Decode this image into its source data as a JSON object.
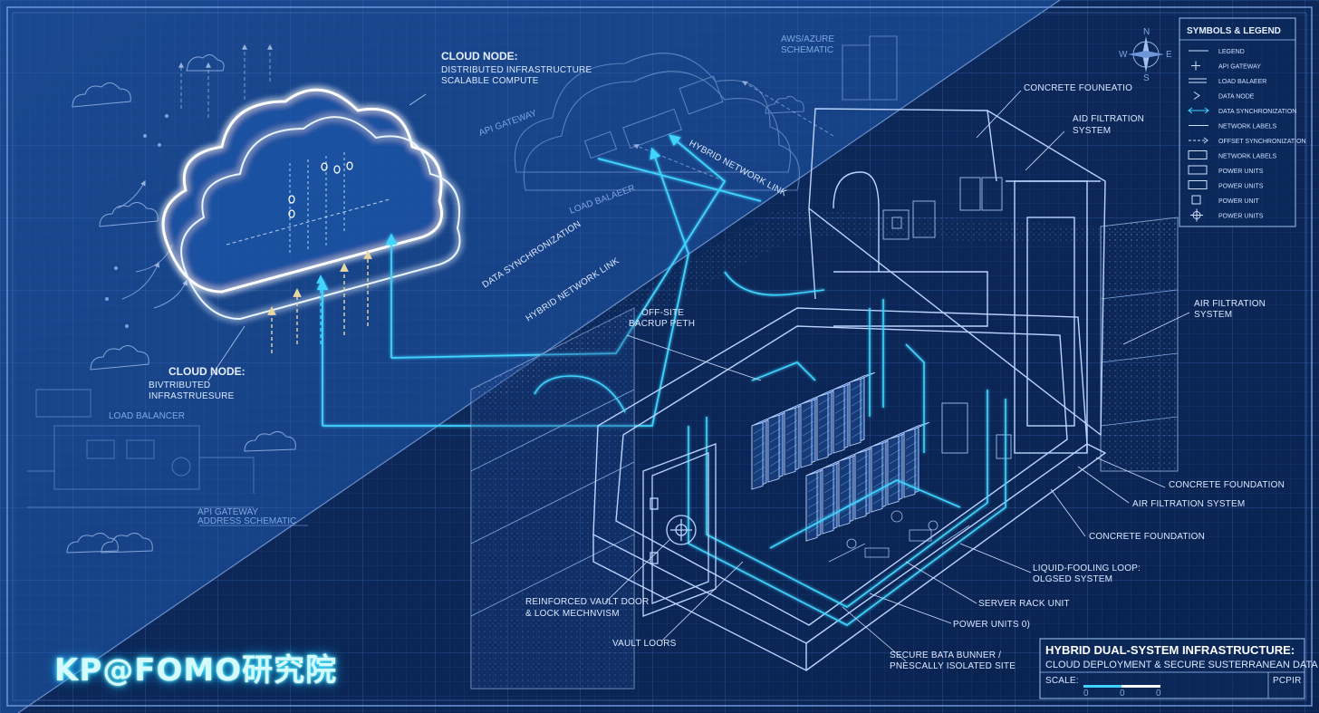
{
  "cloud_labels": {
    "cloud_node_title": "CLOUD NODE:",
    "cloud_node_sub1": "DISTRIBUTED INFRASTRUCTURE",
    "cloud_node_sub2": "SCALABLE COMPUTE",
    "aws_azure_1": "AWS/AZURE",
    "aws_azure_2": "SCHEMATIC",
    "api_gateway": "API GATEWAY",
    "load_balancer": "LOAD BALAEER",
    "hybrid_link_top": "HYBRID NETWORK LINK",
    "data_sync": "DATA SYNCHRONIZATION",
    "hybrid_link_bottom": "HYBRID NETWORK LINK",
    "cloud_node2_title": "CLOUD NODE:",
    "cloud_node2_sub1": "BIVTRIBUTED",
    "cloud_node2_sub2": "INFRASTRUESURE",
    "small_lbl1": "LOAD BALANCER",
    "small_lbl2": "API GATEWAY",
    "small_lbl3": "ADDRESS SCHEMATIC"
  },
  "bunker_labels": {
    "concrete_top": "CONCRETE FOUNEATIO",
    "aid_filtration_1": "AID FILTRATION",
    "aid_filtration_2": "SYSTEM",
    "air_filtration_1": "AIR FILTRATION",
    "air_filtration_2": "SYSTEM",
    "offsite_1": "OFF-SITE",
    "offsite_2": "BACRUP PETH",
    "concrete_foundation_1": "CONCRETE FOUNDATION",
    "air_filtration_system": "AIR FILTRATION SYSTEM",
    "concrete_foundation_2": "CONCRETE FOUNDATION",
    "liquid_loop_1": "LIQUID-FOOLING LOOP:",
    "liquid_loop_2": "OLGSED SYSTEM",
    "server_rack": "SERVER RACK UNIT",
    "power_units": "POWER UNITS 0)",
    "vault_door_1": "REINFORCED VAULT DOOR",
    "vault_door_2": "& LOCK MECHNVISM",
    "vault_loors": "VAULT LOORS",
    "secure_bunker_1": "SECURE BATA BUNNER /",
    "secure_bunker_2": "PNESCALLY ISOLATED SITE"
  },
  "compass": {
    "n": "N",
    "e": "E",
    "s": "S",
    "w": "W"
  },
  "legend": {
    "title": "SYMBOLS & LEGEND",
    "items": [
      {
        "icon": "line",
        "label": "LEGEND"
      },
      {
        "icon": "plus",
        "label": "API GATEWAY"
      },
      {
        "icon": "double-line",
        "label": "LOAD BALAEER"
      },
      {
        "icon": "chevron",
        "label": "DATA NODE"
      },
      {
        "icon": "arrow-cyan",
        "label": "DATA SYNCHRONIZATION"
      },
      {
        "icon": "line",
        "label": "NETWORK LABELS"
      },
      {
        "icon": "dashed-arrow",
        "label": "OFFSET SYNCHRONIZATION"
      },
      {
        "icon": "box",
        "label": "NETWORK LABELS"
      },
      {
        "icon": "box",
        "label": "POWER UNITS"
      },
      {
        "icon": "box",
        "label": "POWER UNITS"
      },
      {
        "icon": "small-box",
        "label": "POWER UNIT"
      },
      {
        "icon": "gear",
        "label": "POWER UNITS"
      }
    ]
  },
  "title_block": {
    "line1": "HYBRID DUAL-SYSTEM INFRASTRUCTURE:",
    "line2": "CLOUD DEPLOYMENT & SECURE SUSTERRANEAN DATA STORAGE",
    "scale_label": "SCALE:",
    "scale_0": "0",
    "scale_1": "0",
    "scale_2": "0",
    "code": "PCPIR"
  },
  "watermark": "KP@FOMO研究院",
  "colors": {
    "background_light": "#123a7a",
    "background_dark": "#0a2350",
    "line": "#bcd4ff",
    "cyan": "#3fd4ff",
    "glow": "#ffffff"
  }
}
